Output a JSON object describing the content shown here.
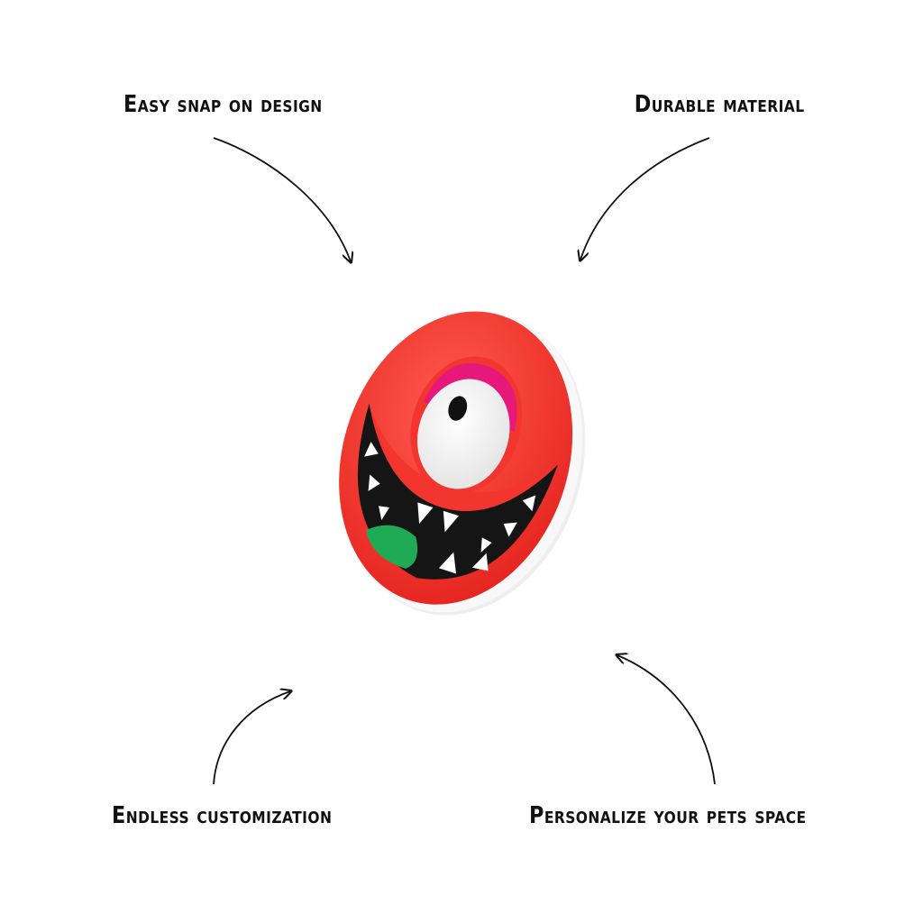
{
  "features": {
    "top_left": "Easy snap on design",
    "top_right": "Durable material",
    "bottom_left": "Endless customization",
    "bottom_right": "Personalize your pets space"
  },
  "colors": {
    "background": "#ffffff",
    "text": "#111111",
    "charm_red": "#f2362f",
    "charm_pink": "#e8177a",
    "charm_green": "#1faa55",
    "charm_black": "#111111",
    "charm_white": "#ffffff"
  },
  "icons": [
    "curved-arrow-icon",
    "monster-charm-icon"
  ]
}
